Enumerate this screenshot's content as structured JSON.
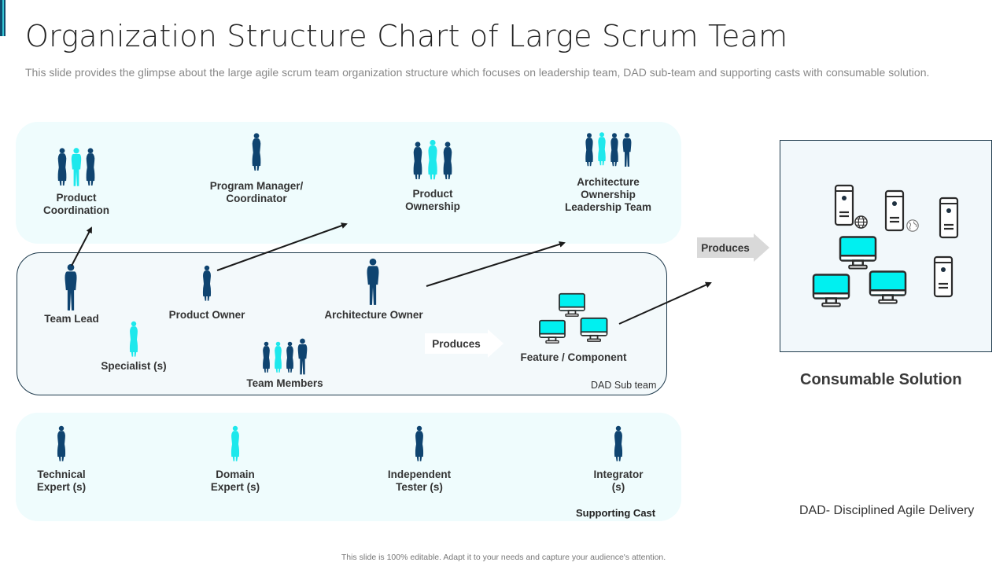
{
  "header": {
    "title": "Organization Structure Chart of Large Scrum Team",
    "subtitle": "This slide provides the glimpse about the large agile scrum team organization structure which focuses on leadership team, DAD sub-team and supporting casts with consumable solution."
  },
  "colors": {
    "dark_figure": "#0f4470",
    "accent_figure": "#1ee8ec",
    "screen": "#00f0f0",
    "panel_light": "#effcfd",
    "panel_border": "#1e3a4c"
  },
  "leadership": {
    "roles": [
      {
        "line1": "Product",
        "line2": "Coordination",
        "line3": "",
        "icon": "group-of-three-people-icon"
      },
      {
        "line1": "Program Manager/",
        "line2": "Coordinator",
        "line3": "",
        "icon": "person-icon"
      },
      {
        "line1": "Product",
        "line2": "Ownership",
        "line3": "",
        "icon": "group-of-three-people-icon"
      },
      {
        "line1": "Architecture",
        "line2": "Ownership",
        "line3": "Leadership Team",
        "icon": "group-of-four-people-icon"
      }
    ]
  },
  "dad_sub_team": {
    "tag": "DAD Sub team",
    "roles": [
      {
        "label": "Team Lead",
        "icon": "person-icon"
      },
      {
        "label": "Product Owner",
        "icon": "person-icon"
      },
      {
        "label": "Architecture Owner",
        "icon": "person-icon"
      },
      {
        "label": "Specialist (s)",
        "icon": "person-icon"
      },
      {
        "label": "Team Members",
        "icon": "group-of-four-people-icon"
      }
    ],
    "produces_label": "Produces",
    "output_label": "Feature / Component"
  },
  "supporting_cast": {
    "tag": "Supporting Cast",
    "roles": [
      {
        "line1": "Technical",
        "line2": "Expert (s)"
      },
      {
        "line1": "Domain",
        "line2": "Expert (s)"
      },
      {
        "line1": "Independent",
        "line2": "Tester (s)"
      },
      {
        "line1": "Integrator",
        "line2": "(s)"
      }
    ]
  },
  "consumable": {
    "produces_label": "Produces",
    "title": "Consumable Solution",
    "definition": "DAD- Disciplined Agile Delivery"
  },
  "footer": "This slide is 100% editable.  Adapt it to your needs and capture your audience's attention."
}
